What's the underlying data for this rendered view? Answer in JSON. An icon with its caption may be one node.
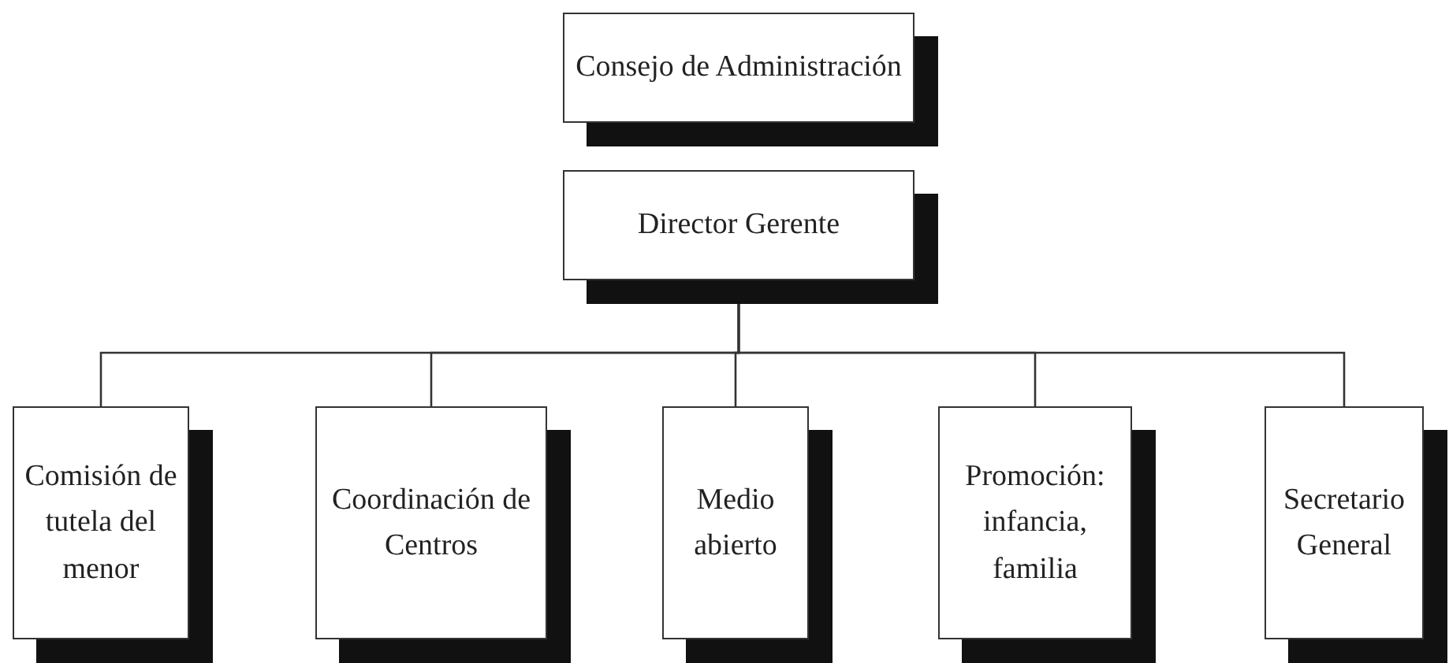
{
  "diagram": {
    "nodes": [
      {
        "text": [
          "Consejo de Administración"
        ]
      },
      {
        "text": [
          "Director Gerente"
        ]
      },
      {
        "text": [
          "Comisión de tutela del menor"
        ]
      },
      {
        "text": [
          "Coordinación de Centros"
        ]
      },
      {
        "text": [
          "Medio abierto"
        ]
      },
      {
        "text": [
          "Promoción: infancia, familia"
        ]
      },
      {
        "text": [
          "Secretario General"
        ]
      }
    ],
    "edges": [
      {
        "from": 1,
        "to": 2,
        "arrow": "none"
      },
      {
        "from": 1,
        "to": 3,
        "arrow": "none"
      },
      {
        "from": 1,
        "to": 4,
        "arrow": "none"
      },
      {
        "from": 1,
        "to": 5,
        "arrow": "none"
      },
      {
        "from": 1,
        "to": 6,
        "arrow": "none"
      }
    ]
  }
}
